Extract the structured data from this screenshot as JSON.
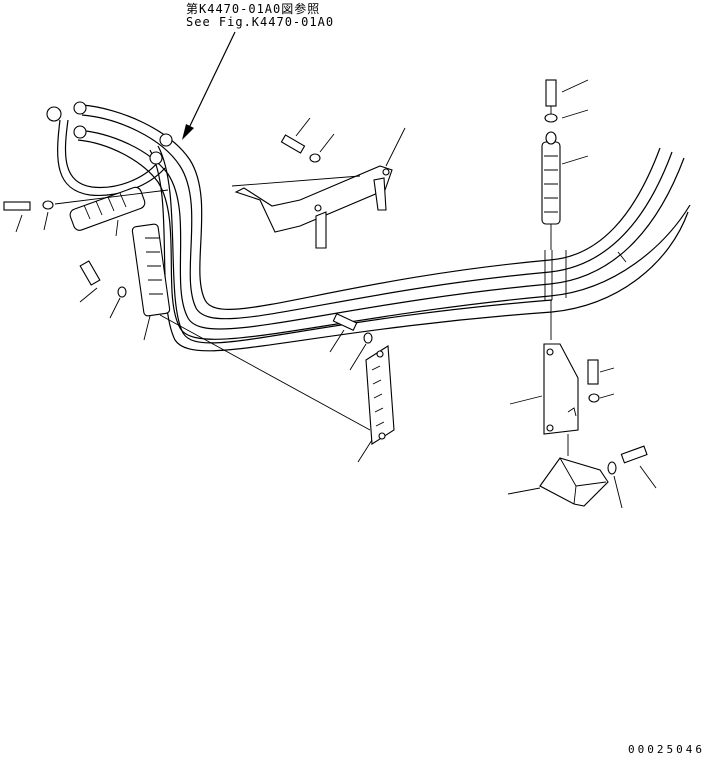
{
  "reference": {
    "japanese": "第K4470-01A0図参照",
    "english": "See Fig.K4470-01A0"
  },
  "drawing_number": "00025046"
}
